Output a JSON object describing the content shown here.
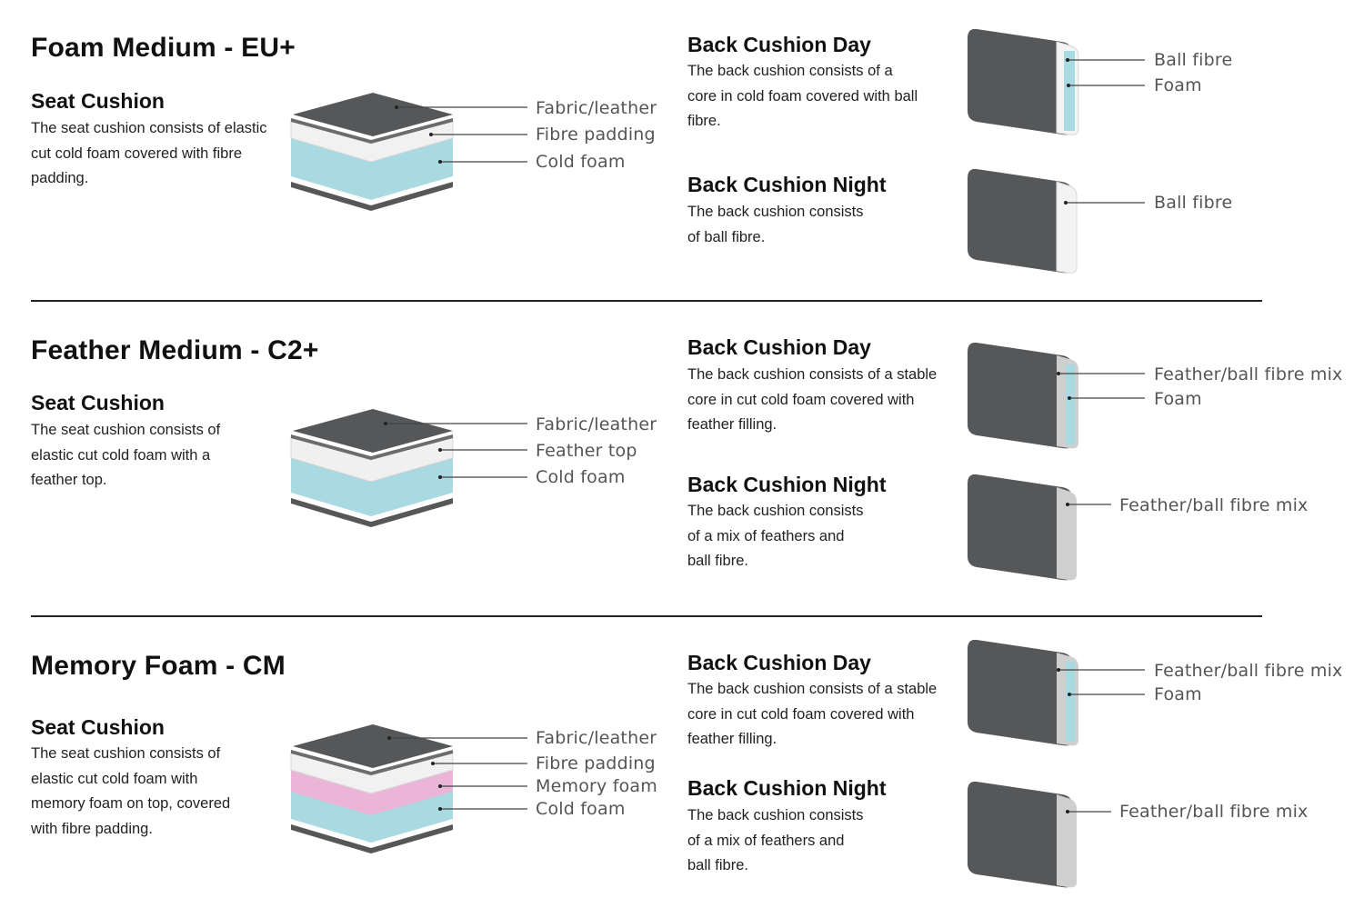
{
  "sections": [
    {
      "title": "Foam Medium - EU+",
      "seat": {
        "heading": "Seat Cushion",
        "text": "The seat cushion consists of elastic cut cold foam covered with fibre padding.",
        "labels": [
          "Fabric/leather",
          "Fibre padding",
          "Cold foam"
        ]
      },
      "day": {
        "heading": "Back Cushion Day",
        "text": "The back cushion consists of a core in cold foam covered with ball fibre.",
        "labels": [
          "Ball fibre",
          "Foam"
        ]
      },
      "night": {
        "heading": "Back Cushion Night",
        "text": "The back cushion consists of ball fibre.",
        "labels": [
          "Ball fibre"
        ]
      }
    },
    {
      "title": "Feather Medium - C2+",
      "seat": {
        "heading": "Seat Cushion",
        "text": "The seat cushion consists of elastic cut cold foam with a feather top.",
        "labels": [
          "Fabric/leather",
          "Feather top",
          "Cold foam"
        ]
      },
      "day": {
        "heading": "Back Cushion Day",
        "text": "The back cushion consists of a stable core in cut cold foam covered with feather filling.",
        "labels": [
          "Feather/ball fibre mix",
          "Foam"
        ]
      },
      "night": {
        "heading": "Back Cushion Night",
        "text": "The back cushion consists of a mix of feathers and ball fibre.",
        "labels": [
          "Feather/ball fibre mix"
        ]
      }
    },
    {
      "title": "Memory Foam - CM",
      "seat": {
        "heading": "Seat Cushion",
        "text": "The seat cushion consists of elastic cut cold foam with memory foam on top, covered with fibre padding.",
        "labels": [
          "Fabric/leather",
          "Fibre padding",
          "Memory foam",
          "Cold foam"
        ]
      },
      "day": {
        "heading": "Back Cushion Day",
        "text": "The back cushion consists of a stable core in cut cold foam covered with feather filling.",
        "labels": [
          "Feather/ball fibre mix",
          "Foam"
        ]
      },
      "night": {
        "heading": "Back Cushion Night",
        "text": "The back cushion consists of a mix of feathers and ball fibre.",
        "labels": [
          "Feather/ball fibre mix"
        ]
      }
    }
  ],
  "colors": {
    "fabric": "#555759",
    "fibre": "#f1f1f1",
    "cold_foam": "#a9d9e1",
    "memory_foam": "#ebb5d8",
    "feather_mix": "#d0d0d0",
    "rule": "#222222"
  }
}
